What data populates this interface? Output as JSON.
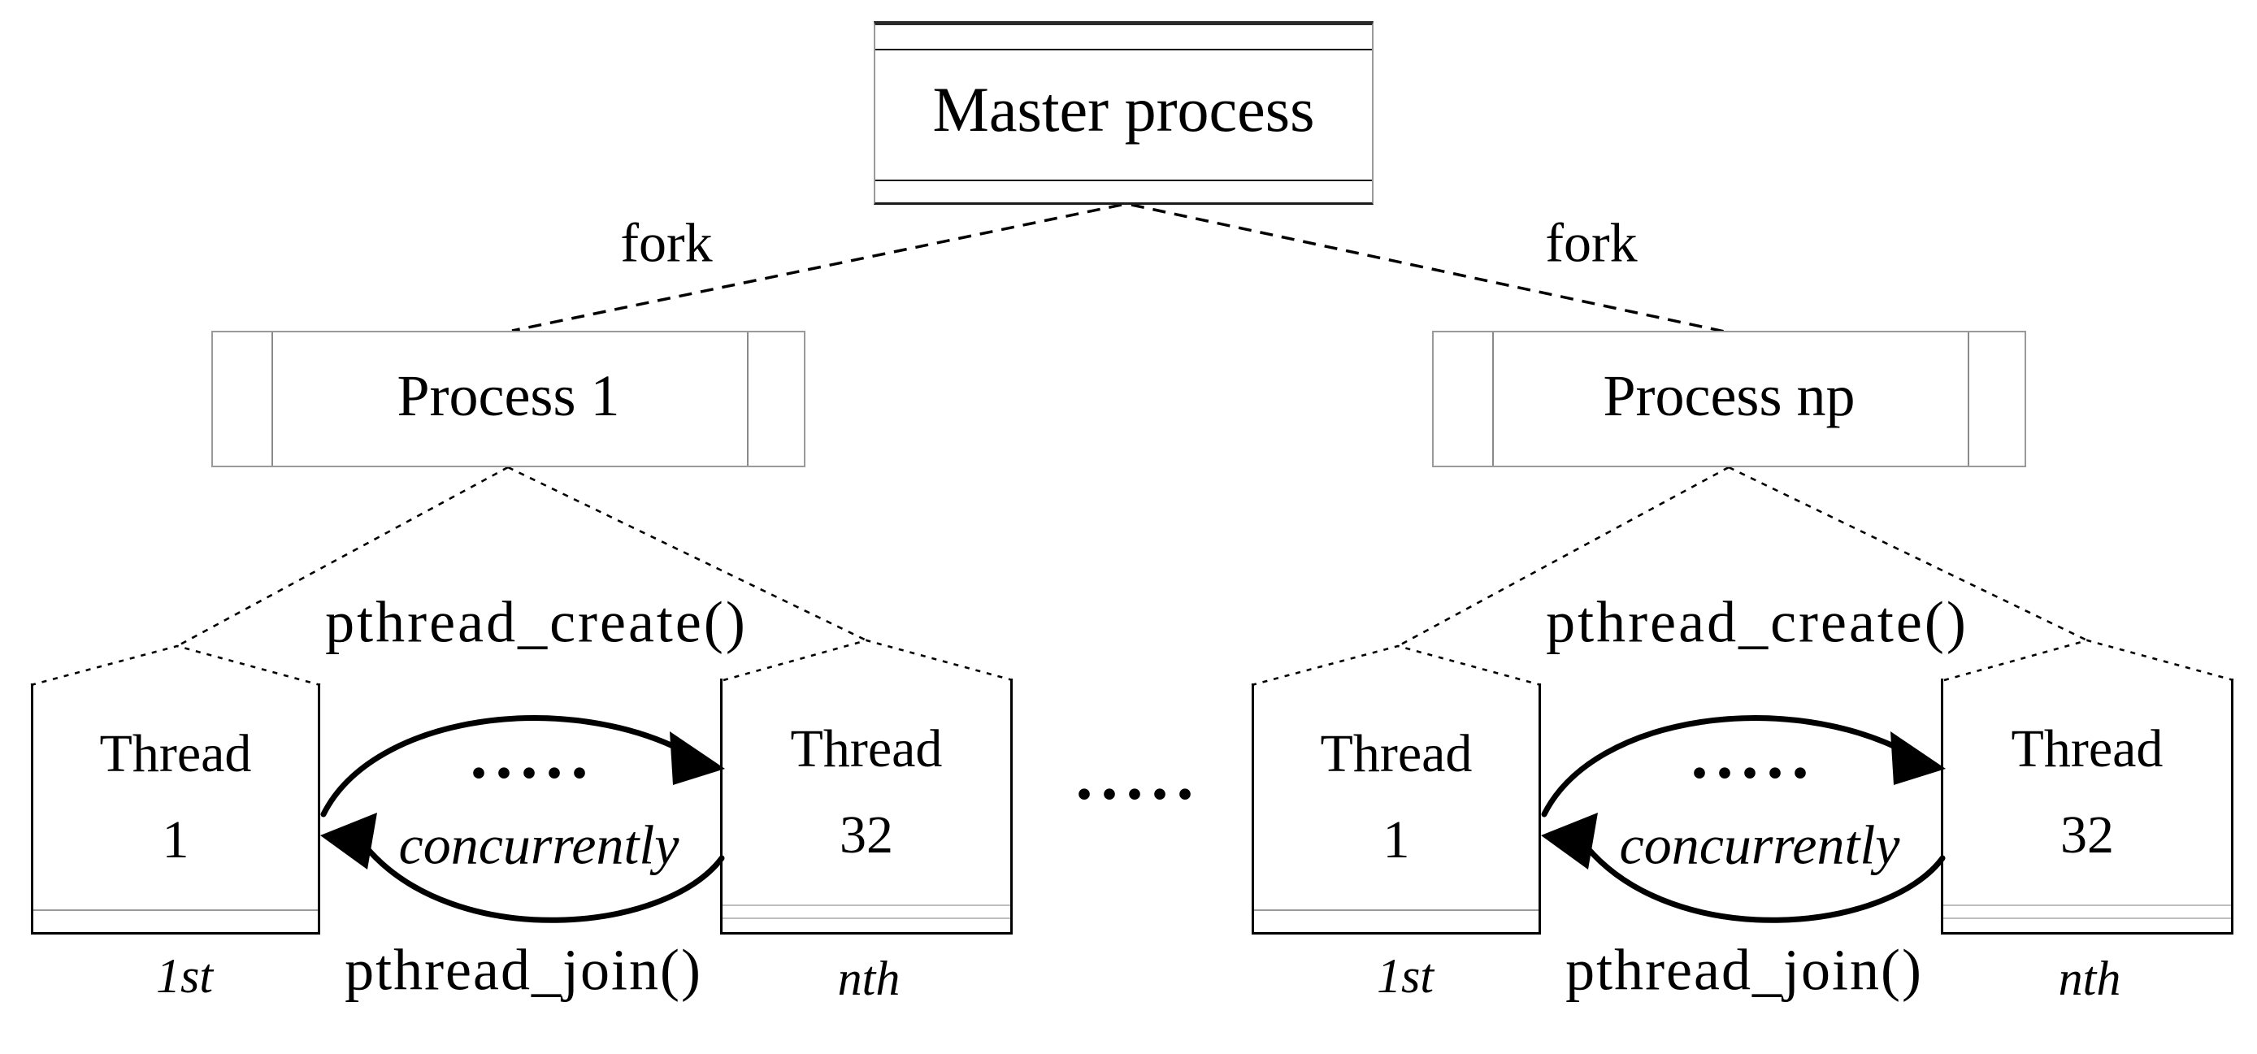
{
  "master": {
    "title": "Master process"
  },
  "fork_left_label": "fork",
  "fork_right_label": "fork",
  "separator_dots": ".....",
  "groups": [
    {
      "process_label": "Process 1",
      "create_label": "pthread_create()",
      "join_label": "pthread_join()",
      "concurrently_label": "concurrently",
      "inner_dots": ".....",
      "thread_first": {
        "line1": "Thread",
        "line2": "1"
      },
      "thread_last": {
        "line1": "Thread",
        "line2": "32"
      },
      "first_caption": "1st",
      "nth_caption": "nth"
    },
    {
      "process_label": "Process np",
      "create_label": "pthread_create()",
      "join_label": "pthread_join()",
      "concurrently_label": "concurrently",
      "inner_dots": ".....",
      "thread_first": {
        "line1": "Thread",
        "line2": "1"
      },
      "thread_last": {
        "line1": "Thread",
        "line2": "32"
      },
      "first_caption": "1st",
      "nth_caption": "nth"
    }
  ],
  "colors": {
    "background": "#ffffff",
    "line": "#000000",
    "box_border_gray": "#9a9a9a",
    "footer_line_gray": "#bdbdbd",
    "text": "#000000"
  }
}
